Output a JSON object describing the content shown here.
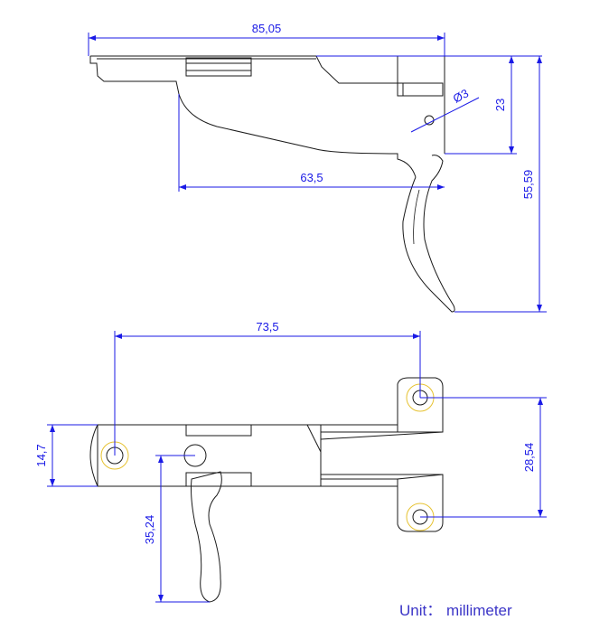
{
  "colors": {
    "dimension": "#1a1ae6",
    "outline": "#1a1a1a",
    "hole_ring": "#e6c230"
  },
  "dimensions": {
    "overall_length": "85,05",
    "trigger_height": "55,59",
    "pin_offset": "23",
    "pin_diameter": "Ø3",
    "trigger_reach": "63,5",
    "mount_spacing": "73,5",
    "body_width": "14,7",
    "tab_spacing": "28,54",
    "trigger_drop": "35,24"
  },
  "unit_note": "Unit： millimeter"
}
